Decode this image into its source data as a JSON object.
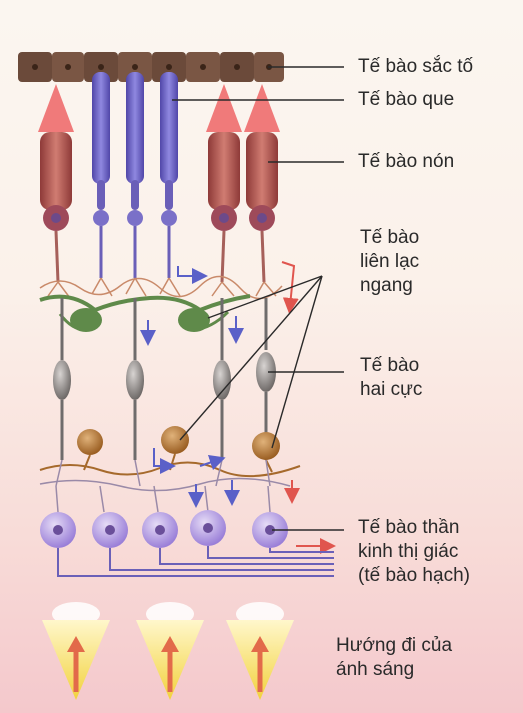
{
  "labels": {
    "pigment": "Tế bào sắc tố",
    "rod": "Tế bào que",
    "cone": "Tế bào  nón",
    "horizontal": [
      "Tế bào",
      "liên lạc",
      "ngang"
    ],
    "bipolar": [
      "Tế bào",
      "hai cực"
    ],
    "ganglion": [
      "Tế bào thần",
      "kinh thị giác",
      "(tế bào hạch)"
    ],
    "light": [
      "Hướng đi của",
      "ánh sáng"
    ]
  },
  "colors": {
    "pigment": "#6b4a3a",
    "rod": "#6a5fb8",
    "cone": "#b4524e",
    "cone_tip": "#f07a7a",
    "horizontal": "#5f8a4a",
    "bipolar": "#6f6c6c",
    "amacrine": "#a66a2c",
    "ganglion": "#a98ce0",
    "arrow_signal": "#5a60c8",
    "arrow_red": "#e0554e",
    "light_beam": "#f5dc4a"
  }
}
